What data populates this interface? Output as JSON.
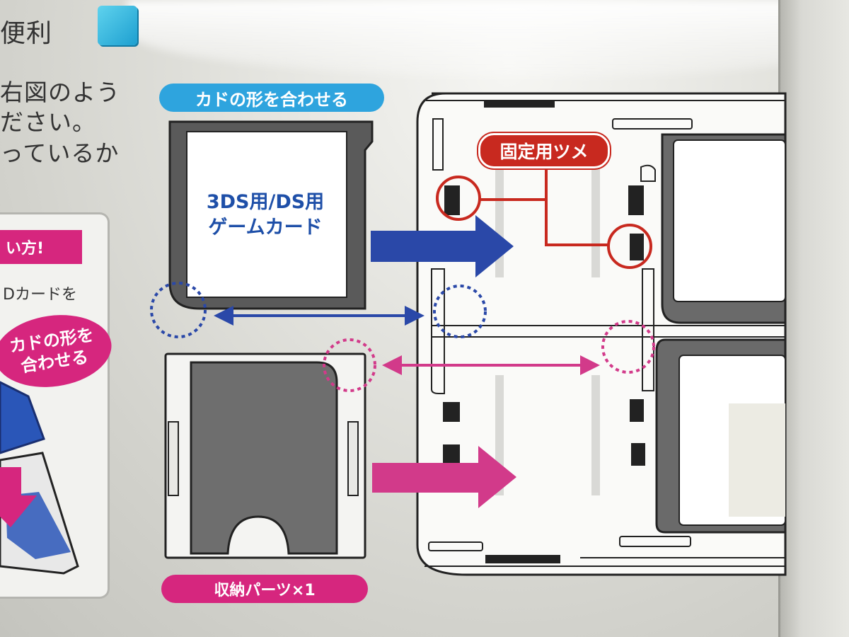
{
  "header": {
    "partial_heading": "便利",
    "partial_lines": [
      "右図のよう",
      "ださい。",
      "っているか"
    ]
  },
  "labels": {
    "align_shape": "カドの形を合わせる",
    "card_name_line1": "3DS用/DS用",
    "card_name_line2": "ゲームカード",
    "fixing_claws": "固定用ツメ",
    "storage_parts": "収納パーツ×1"
  },
  "left_panel": {
    "usage_title": "い方!",
    "card_text": "Dカードを",
    "blob_line1": "カドの形を",
    "blob_line2": "合わせる"
  },
  "icons": {
    "cube": "cube-icon",
    "blue_arrow": "arrow-right-icon",
    "pink_arrow": "arrow-right-icon",
    "double_arrow": "double-arrow-icon"
  },
  "colors": {
    "brand_blue": "#2ea4de",
    "card_text_blue": "#1e4fa8",
    "magenta": "#d6267e",
    "red": "#c8291f",
    "arrow_blue": "#2a48a8",
    "arrow_pink": "#d23a8a"
  }
}
